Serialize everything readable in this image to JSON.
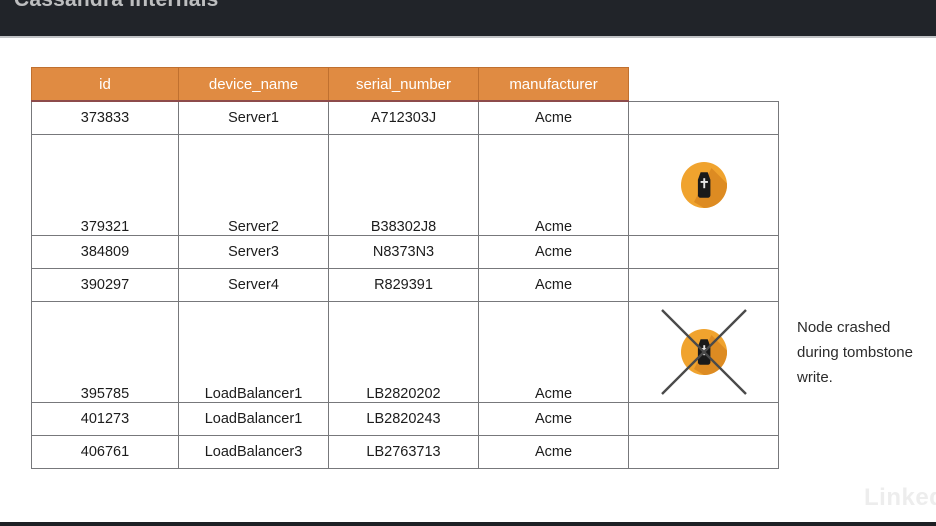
{
  "top_bar": {
    "title": "Cassandra Internals",
    "background": "#212429"
  },
  "slide": {
    "accent_color": "#e08b42",
    "border_color": "#77787b"
  },
  "table": {
    "columns": [
      "id",
      "device_name",
      "serial_number",
      "manufacturer",
      ""
    ],
    "rows": [
      {
        "id": "373833",
        "device_name": "Server1",
        "serial_number": "A712303J",
        "manufacturer": "Acme",
        "marker": "none",
        "tall": false
      },
      {
        "id": "379321",
        "device_name": "Server2",
        "serial_number": "B38302J8",
        "manufacturer": "Acme",
        "marker": "tombstone",
        "tall": true
      },
      {
        "id": "384809",
        "device_name": "Server3",
        "serial_number": "N8373N3",
        "manufacturer": "Acme",
        "marker": "none",
        "tall": false
      },
      {
        "id": "390297",
        "device_name": "Server4",
        "serial_number": "R829391",
        "manufacturer": "Acme",
        "marker": "none",
        "tall": false
      },
      {
        "id": "395785",
        "device_name": "LoadBalancer1",
        "serial_number": "LB2820202",
        "manufacturer": "Acme",
        "marker": "tombstone-crossed",
        "tall": true
      },
      {
        "id": "401273",
        "device_name": "LoadBalancer1",
        "serial_number": "LB2820243",
        "manufacturer": "Acme",
        "marker": "none",
        "tall": false
      },
      {
        "id": "406761",
        "device_name": "LoadBalancer3",
        "serial_number": "LB2763713",
        "manufacturer": "Acme",
        "marker": "none",
        "tall": false
      }
    ]
  },
  "annotation": {
    "text": "Node crashed during tombstone write."
  },
  "watermark": {
    "text": "LinkedIn"
  },
  "icons": {
    "tombstone_circle_color": "#f0a32e",
    "tombstone_shadow_color": "#dd8b22",
    "tombstone_body_color": "#1a1a1a",
    "crossout_color": "#4a4a4a"
  }
}
